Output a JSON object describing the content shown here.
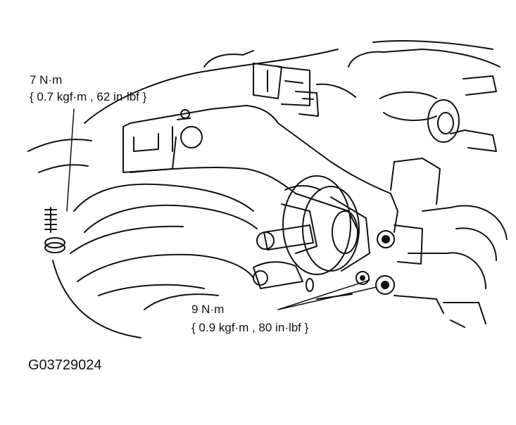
{
  "callouts": {
    "upper": {
      "torque": "7 N·m",
      "conversion": "{ 0.7 kgf·m , 62 in·lbf }"
    },
    "lower": {
      "torque": "9 N·m",
      "conversion": "{ 0.9 kgf·m , 80 in·lbf }"
    }
  },
  "figure_code": "G03729024",
  "colors": {
    "ink": "#111111",
    "paper": "#ffffff"
  }
}
